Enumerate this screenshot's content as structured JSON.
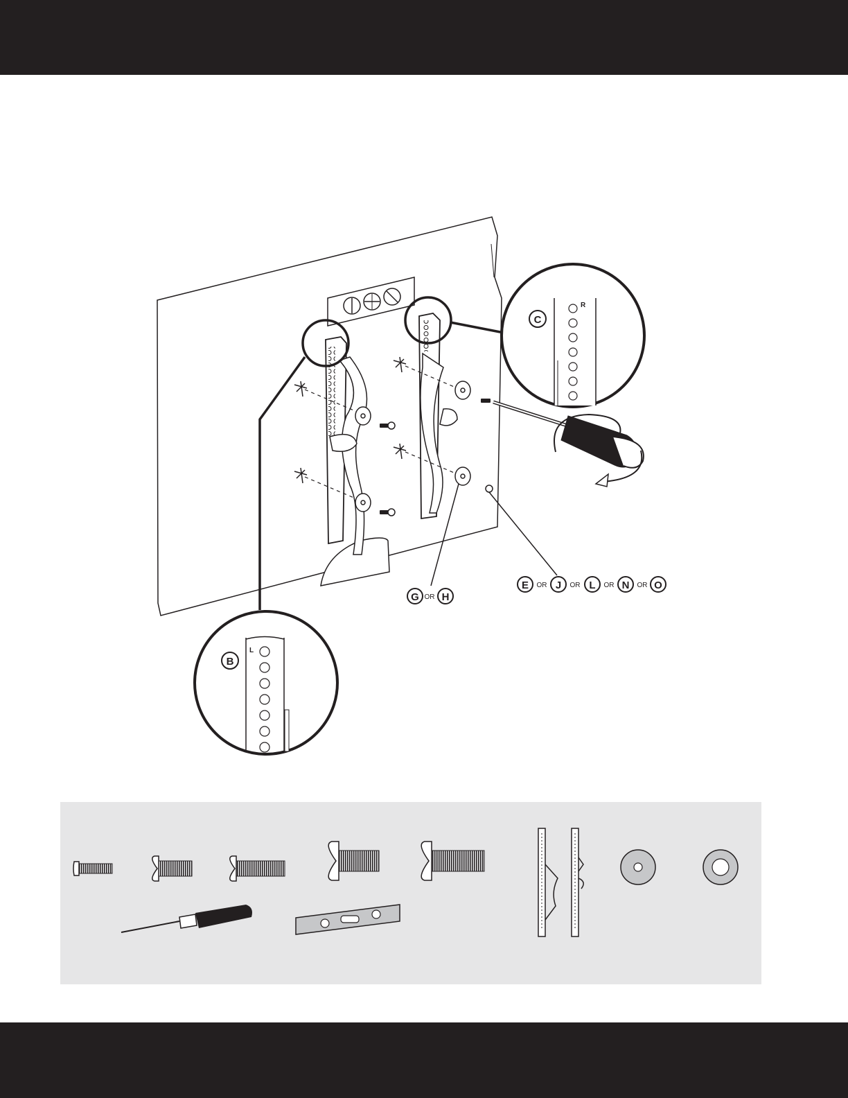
{
  "colors": {
    "band": "#231f20",
    "parts_panel": "#e6e6e7",
    "line": "#231f20"
  },
  "diagram": {
    "callout_b": {
      "letter": "B",
      "side_mark": "L"
    },
    "callout_c": {
      "letter": "C",
      "side_mark": "R"
    },
    "washer_options": {
      "first": "G",
      "or": "OR",
      "second": "H"
    },
    "screw_options": {
      "items": [
        "E",
        "J",
        "L",
        "N",
        "O"
      ],
      "or": "OR"
    }
  },
  "parts_panel": {
    "icons": [
      "screw-short-icon",
      "screw-small-head-icon",
      "screw-long-icon",
      "screw-large-head-icon",
      "screw-large-head-long-icon",
      "bracket-pair-icon",
      "washer-small-hole-icon",
      "washer-large-hole-icon",
      "screwdriver-icon",
      "bubble-level-icon"
    ]
  }
}
